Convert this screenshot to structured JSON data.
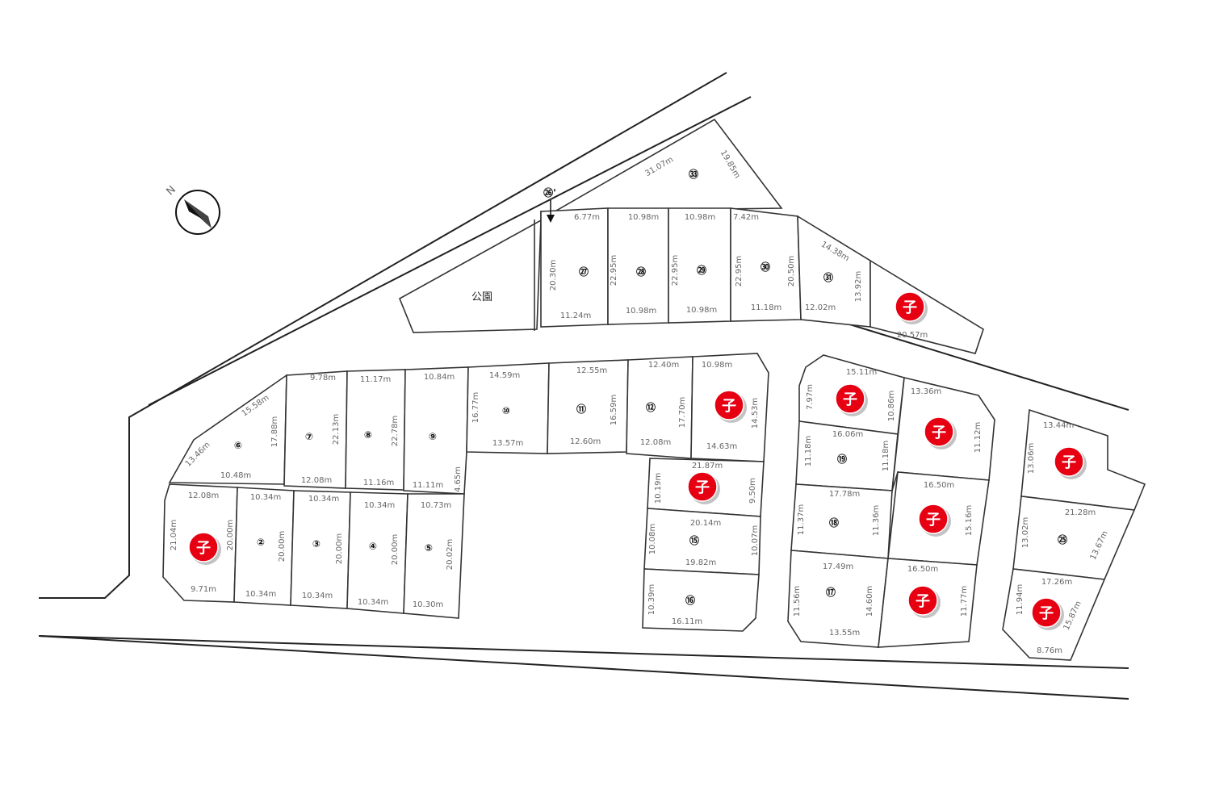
{
  "park_label": "公園",
  "reserved_label": "子",
  "compass": {
    "north_label": "N",
    "icon": "north-arrow-icon"
  },
  "lots": [
    {
      "id": "lot-1",
      "num": "",
      "reserved": true,
      "dims": [
        "12.08m",
        "21.04m",
        "20.00m",
        "9.71m"
      ]
    },
    {
      "id": "lot-2",
      "num": "②",
      "reserved": false,
      "dims": [
        "10.34m",
        "20.00m",
        "10.34m"
      ]
    },
    {
      "id": "lot-3",
      "num": "③",
      "reserved": false,
      "dims": [
        "10.34m",
        "20.00m",
        "10.34m"
      ]
    },
    {
      "id": "lot-4",
      "num": "④",
      "reserved": false,
      "dims": [
        "10.34m",
        "20.00m",
        "10.34m"
      ]
    },
    {
      "id": "lot-5",
      "num": "⑤",
      "reserved": false,
      "dims": [
        "10.73m",
        "20.02m",
        "10.30m"
      ]
    },
    {
      "id": "lot-6",
      "num": "⑥",
      "reserved": false,
      "dims": [
        "15.58m",
        "13.46m",
        "17.88m",
        "10.48m"
      ]
    },
    {
      "id": "lot-7",
      "num": "⑦",
      "reserved": false,
      "dims": [
        "9.78m",
        "22.13m",
        "12.08m"
      ]
    },
    {
      "id": "lot-8",
      "num": "⑧",
      "reserved": false,
      "dims": [
        "11.17m",
        "22.78m",
        "11.16m"
      ]
    },
    {
      "id": "lot-9",
      "num": "⑨",
      "reserved": false,
      "dims": [
        "10.84m",
        "4.65m",
        "11.11m"
      ]
    },
    {
      "id": "lot-10",
      "num": "⑩",
      "reserved": false,
      "dims": [
        "14.59m",
        "16.77m",
        "13.57m"
      ]
    },
    {
      "id": "lot-11",
      "num": "⑪",
      "reserved": false,
      "dims": [
        "12.55m",
        "16.59m",
        "12.60m"
      ]
    },
    {
      "id": "lot-12",
      "num": "⑫",
      "reserved": false,
      "dims": [
        "12.40m",
        "17.70m",
        "12.08m"
      ]
    },
    {
      "id": "lot-13",
      "num": "",
      "reserved": true,
      "dims": [
        "10.98m",
        "14.53m",
        "14.63m"
      ]
    },
    {
      "id": "lot-14",
      "num": "",
      "reserved": true,
      "dims": [
        "21.87m",
        "10.19m",
        "9.50m"
      ]
    },
    {
      "id": "lot-15",
      "num": "⑮",
      "reserved": false,
      "dims": [
        "20.14m",
        "10.08m",
        "10.07m",
        "19.82m"
      ]
    },
    {
      "id": "lot-16",
      "num": "⑯",
      "reserved": false,
      "dims": [
        "10.39m",
        "16.11m"
      ]
    },
    {
      "id": "lot-17",
      "num": "⑰",
      "reserved": false,
      "dims": [
        "17.49m",
        "11.56m",
        "14.60m",
        "13.55m"
      ]
    },
    {
      "id": "lot-18",
      "num": "⑱",
      "reserved": false,
      "dims": [
        "17.78m",
        "11.37m",
        "11.36m"
      ]
    },
    {
      "id": "lot-19",
      "num": "⑲",
      "reserved": false,
      "dims": [
        "16.06m",
        "11.18m",
        "11.18m"
      ]
    },
    {
      "id": "lot-20",
      "num": "",
      "reserved": true,
      "dims": [
        "15.11m",
        "7.97m",
        "10.86m"
      ]
    },
    {
      "id": "lot-21",
      "num": "",
      "reserved": true,
      "dims": [
        "13.36m",
        "11.12m"
      ]
    },
    {
      "id": "lot-22",
      "num": "",
      "reserved": true,
      "dims": [
        "16.50m",
        "15.16m"
      ]
    },
    {
      "id": "lot-23",
      "num": "",
      "reserved": true,
      "dims": [
        "16.50m",
        "11.77m"
      ]
    },
    {
      "id": "lot-24",
      "num": "",
      "reserved": true,
      "dims": [
        "13.44m",
        "13.06m"
      ]
    },
    {
      "id": "lot-25",
      "num": "㉕",
      "reserved": false,
      "dims": [
        "21.28m",
        "13.02m",
        "13.67m"
      ]
    },
    {
      "id": "lot-26",
      "num": "",
      "reserved": true,
      "dims": [
        "17.26m",
        "11.94m",
        "15.87m",
        "8.76m"
      ]
    },
    {
      "id": "lot-27",
      "num": "㉗",
      "reserved": false,
      "dims": [
        "6.77m",
        "20.30m",
        "11.24m"
      ]
    },
    {
      "id": "lot-28",
      "num": "㉘",
      "reserved": false,
      "dims": [
        "10.98m",
        "22.95m",
        "10.98m"
      ]
    },
    {
      "id": "lot-29",
      "num": "㉙",
      "reserved": false,
      "dims": [
        "10.98m",
        "22.95m",
        "10.98m"
      ]
    },
    {
      "id": "lot-30",
      "num": "㉚",
      "reserved": false,
      "dims": [
        "7.42m",
        "22.95m",
        "20.50m",
        "11.18m"
      ]
    },
    {
      "id": "lot-31",
      "num": "㉛",
      "reserved": false,
      "dims": [
        "14.38m",
        "12.02m",
        "13.92m"
      ]
    },
    {
      "id": "lot-32",
      "num": "",
      "reserved": true,
      "dims": [
        "20.57m"
      ]
    },
    {
      "id": "lot-33",
      "num": "㉝",
      "reserved": false,
      "dims": [
        "31.07m",
        "19.85m"
      ]
    },
    {
      "id": "lot-26b",
      "num": "㉖'",
      "reserved": false,
      "dims": []
    }
  ]
}
